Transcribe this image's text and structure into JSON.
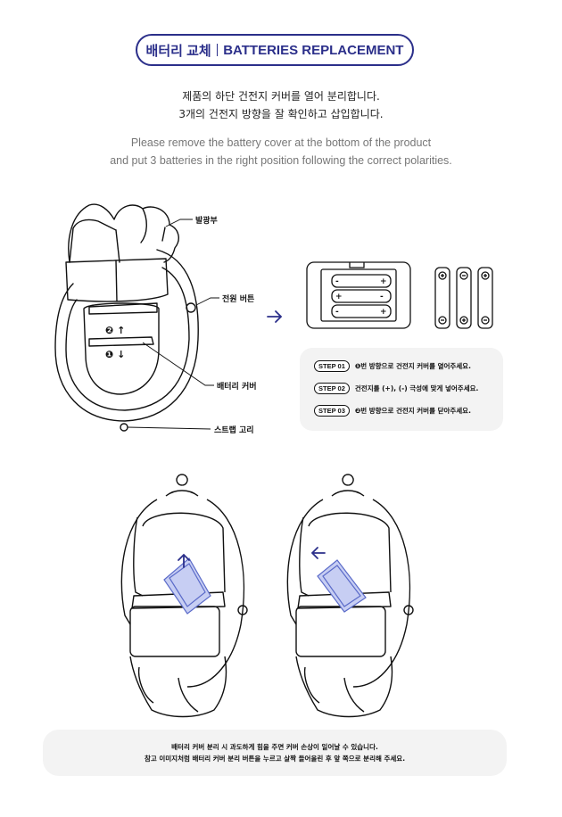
{
  "header": {
    "title_ko": "배터리 교체",
    "title_en": "BATTERIES REPLACEMENT"
  },
  "intro": {
    "ko_line1": "제품의 하단 건전지 커버를 열어 분리합니다.",
    "ko_line2": "3개의 건전지 방향을 잘 확인하고 삽입합니다.",
    "en_line1": "Please remove the battery cover at the bottom of the product",
    "en_line2": "and put 3 batteries in the right position following the correct polarities."
  },
  "diagram_labels": {
    "light": "발광부",
    "power": "전원 버튼",
    "battery_cover": "배터리 커버",
    "strap": "스트랩 고리",
    "mark_2": "❷",
    "mark_1": "❶",
    "arrow_up": "↑",
    "arrow_down": "↓"
  },
  "battery_signs": {
    "plus": "+",
    "minus": "-"
  },
  "steps": [
    {
      "tag": "STEP 01",
      "text": "❶번 방향으로 건전지 커버를 열어주세요."
    },
    {
      "tag": "STEP 02",
      "text": "건전지를 (+), (-) 극성에 맞게 넣어주세요."
    },
    {
      "tag": "STEP 03",
      "text": "❷번 방향으로 건전지 커버를 닫아주세요."
    }
  ],
  "notice": {
    "line1": "배터리 커버 분리 시 과도하게 힘을 주면 커버 손상이 일어날 수 있습니다.",
    "line2": "참고 이미지처럼 배터리 커버 분리 버튼을 누르고 살짝 들어올린 후 앞 쪽으로 분리해 주세요."
  },
  "colors": {
    "accent": "#2b2f8a",
    "arrow": "#2b2f8a",
    "cover_blue": "#7f8fd6"
  },
  "icons": [
    "right-arrow-icon",
    "up-arrow-icon",
    "left-arrow-icon"
  ]
}
